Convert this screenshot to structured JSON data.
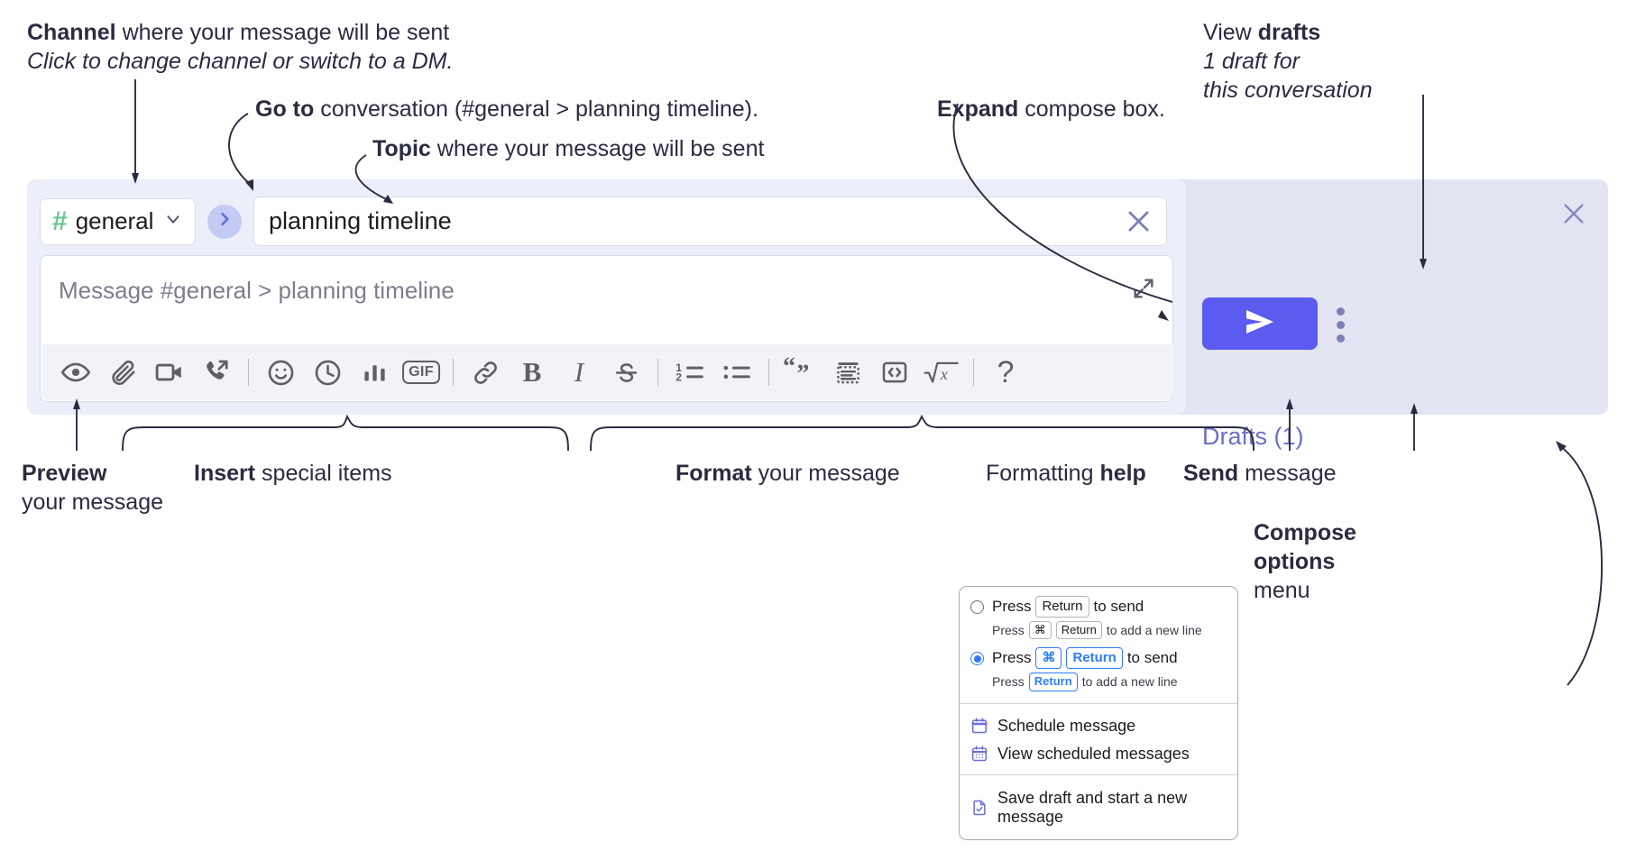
{
  "annotations": {
    "channel": {
      "bold": "Channel",
      "rest": " where your message will be sent",
      "italic": "Click to change channel or switch to a DM."
    },
    "goto": {
      "bold": "Go to",
      "rest": " conversation (#general > planning timeline)."
    },
    "topic": {
      "bold": "Topic",
      "rest": " where your message will be sent"
    },
    "expand": {
      "bold": "Expand",
      "rest": " compose box."
    },
    "drafts": {
      "plain": "View ",
      "bold": "drafts",
      "italic1": "1 draft for",
      "italic2": "this conversation"
    },
    "preview": {
      "bold": "Preview",
      "rest": "your message"
    },
    "insert": {
      "bold": "Insert",
      "rest": " special items"
    },
    "format": {
      "bold": "Format",
      "rest": " your message"
    },
    "help": {
      "plain": "Formatting ",
      "bold": "help"
    },
    "send": {
      "bold": "Send",
      "rest": " message"
    },
    "compose": {
      "bold1": "Compose",
      "bold2": "options",
      "rest": "menu"
    }
  },
  "compose": {
    "channel_name": "general",
    "channel_hash": "#",
    "channel_chevron_icon": "chevron-down-icon",
    "goto_icon": "chevron-right-icon",
    "topic_value": "planning timeline",
    "topic_clear_icon": "close-icon",
    "message_placeholder": "Message #general > planning timeline",
    "expand_icon": "expand-diagonal-icon",
    "drafts_label": "Drafts (1)",
    "send_icon": "send-paper-plane-icon",
    "kebab_icon": "more-vertical-icon",
    "panel_close_icon": "close-icon",
    "accent_send": "#5b5bef",
    "accent_hash": "#68c88d",
    "accent_drafts": "#6b6fc4",
    "panel_bg": "#e3e4f2",
    "inner_bg": "#eceefa"
  },
  "toolbar": {
    "groups": [
      {
        "name": "preview",
        "items": [
          {
            "icon": "eye-icon",
            "label": "Preview"
          }
        ]
      },
      {
        "name": "insert",
        "items": [
          {
            "icon": "paperclip-icon",
            "label": "Attach file"
          },
          {
            "icon": "video-camera-icon",
            "label": "Record video clip"
          },
          {
            "icon": "phone-arrow-icon",
            "label": "Record audio clip"
          },
          {
            "divider": true
          },
          {
            "icon": "emoji-smiley-icon",
            "label": "Emoji"
          },
          {
            "icon": "clock-icon",
            "label": "Reminder"
          },
          {
            "icon": "bar-chart-icon",
            "label": "Poll"
          },
          {
            "icon": "gif-icon",
            "label": "GIF"
          }
        ]
      },
      {
        "name": "format",
        "items": [
          {
            "divider": true
          },
          {
            "icon": "link-icon",
            "label": "Link"
          },
          {
            "icon": "bold-icon",
            "label": "B"
          },
          {
            "icon": "italic-icon",
            "label": "I"
          },
          {
            "icon": "strikethrough-icon",
            "label": "S"
          },
          {
            "divider": true
          },
          {
            "icon": "ordered-list-icon",
            "label": "Ordered list"
          },
          {
            "icon": "bulleted-list-icon",
            "label": "Bulleted list"
          },
          {
            "divider": true
          },
          {
            "icon": "blockquote-icon",
            "label": "Blockquote"
          },
          {
            "icon": "code-block-icon",
            "label": "Code block"
          },
          {
            "icon": "inline-code-icon",
            "label": "Code"
          },
          {
            "icon": "math-sqrt-icon",
            "label": "Math"
          }
        ]
      },
      {
        "name": "help",
        "items": [
          {
            "divider": true
          },
          {
            "icon": "question-mark-icon",
            "label": "?"
          }
        ]
      }
    ],
    "gif_label": "GIF",
    "bold_label": "B",
    "italic_label": "I",
    "strike_label": "S",
    "help_label": "?",
    "ordered_one": "1",
    "ordered_two": "2"
  },
  "menu": {
    "options": [
      {
        "selected": false,
        "line1_pre": "Press",
        "line1_key": "Return",
        "line1_post": "to send",
        "line2_pre": "Press",
        "line2_key1": "⌘",
        "line2_key2": "Return",
        "line2_post": "to add a new line"
      },
      {
        "selected": true,
        "line1_pre": "Press",
        "line1_key1": "⌘",
        "line1_key2": "Return",
        "line1_post": "to send",
        "line2_pre": "Press",
        "line2_key": "Return",
        "line2_post": "to add a new line"
      }
    ],
    "items": [
      {
        "icon": "calendar-schedule-icon",
        "label": "Schedule message"
      },
      {
        "icon": "calendar-grid-icon",
        "label": "View scheduled messages"
      },
      {
        "icon": "save-draft-icon",
        "label": "Save draft and start a new message"
      }
    ]
  }
}
